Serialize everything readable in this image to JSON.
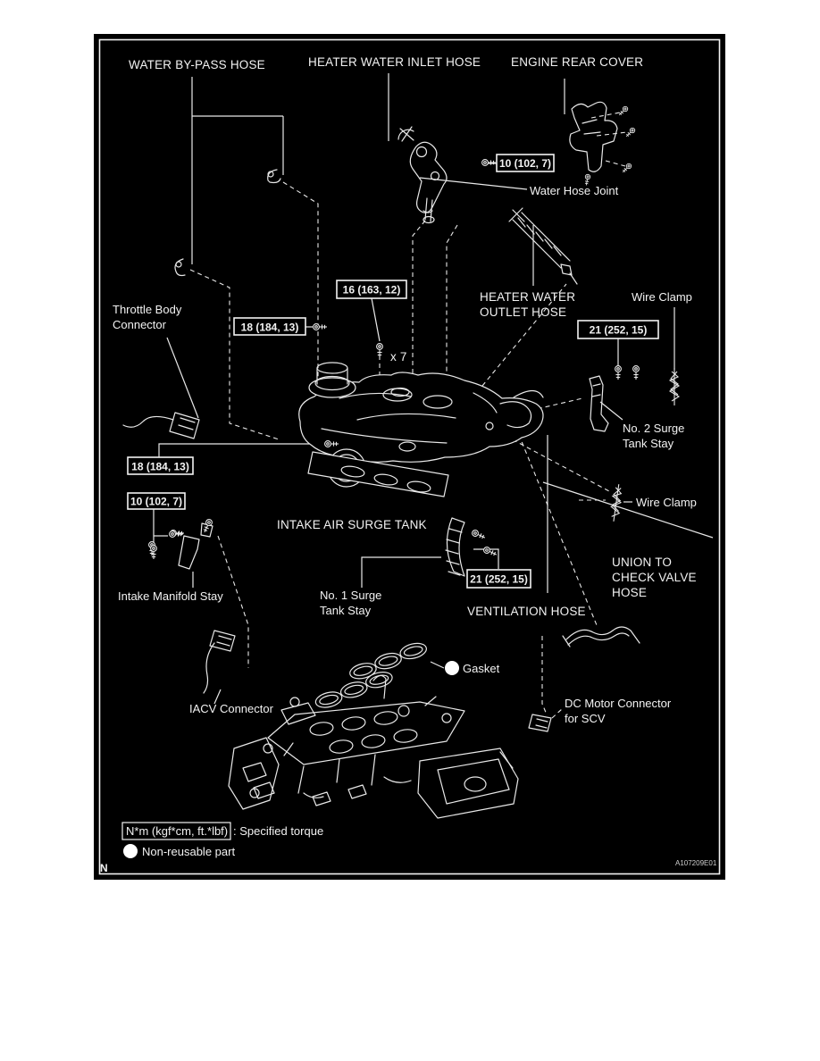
{
  "colors": {
    "page_background": "#ffffff",
    "panel_background": "#000000",
    "line_color": "#e8e8e8",
    "text_color": "#f2f2f2"
  },
  "figure": {
    "corner_letter": "N",
    "figure_code": "A107209E01"
  },
  "part_labels": {
    "water_bypass_hose": "WATER BY-PASS HOSE",
    "heater_water_inlet_hose": "HEATER WATER INLET HOSE",
    "engine_rear_cover": "ENGINE REAR COVER",
    "water_hose_joint": "Water Hose Joint",
    "heater_water_outlet_hose_line1": "HEATER WATER",
    "heater_water_outlet_hose_line2": "OUTLET HOSE",
    "wire_clamp_top": "Wire Clamp",
    "no2_surge_tank_stay_line1": "No. 2 Surge",
    "no2_surge_tank_stay_line2": "Tank Stay",
    "wire_clamp_bottom": "Wire Clamp",
    "throttle_body_connector_line1": "Throttle Body",
    "throttle_body_connector_line2": "Connector",
    "intake_air_surge_tank": "INTAKE AIR SURGE TANK",
    "intake_manifold_stay": "Intake Manifold Stay",
    "no1_surge_tank_stay_line1": "No. 1 Surge",
    "no1_surge_tank_stay_line2": "Tank Stay",
    "ventilation_hose": "VENTILATION HOSE",
    "union_to_check_valve_hose_line1": "UNION TO",
    "union_to_check_valve_hose_line2": "CHECK VALVE",
    "union_to_check_valve_hose_line3": "HOSE",
    "iacv_connector": "IACV Connector",
    "gasket": "Gasket",
    "dc_motor_connector_line1": "DC Motor Connector",
    "dc_motor_connector_line2": "for SCV",
    "bolt_count_note": "x 7"
  },
  "torque_specs": {
    "water_hose_joint": "10 (102, 7)",
    "surge_tank_bolt": "16 (163, 12)",
    "surge_tank_nut": "18 (184, 13)",
    "no2_stay": "21 (252, 15)",
    "manifold_stay_upper": "18 (184, 13)",
    "manifold_stay_lower": "10 (102, 7)",
    "no1_stay": "21 (252, 15)"
  },
  "legend": {
    "torque_unit_box": "N*m (kgf*cm, ft.*lbf)",
    "torque_description": ": Specified torque",
    "non_reusable": "Non-reusable part"
  }
}
